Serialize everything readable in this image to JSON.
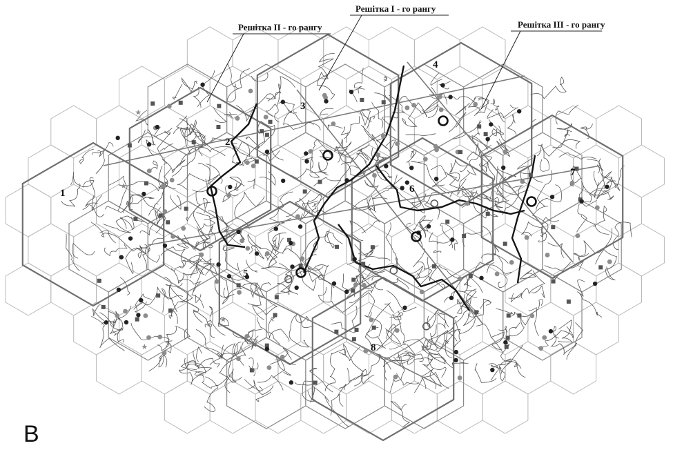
{
  "panel_letter": "B",
  "callouts": {
    "grid_rank_1": "Решітка І - го рангу",
    "grid_rank_2": "Решітка ІІ - го рангу",
    "grid_rank_3": "Решітка ІІІ - го рангу"
  },
  "regions": [
    "1",
    "2",
    "3",
    "4",
    "5",
    "6",
    "7",
    "8"
  ],
  "colors": {
    "hex_small": "#b9b9b9",
    "hex_medium": "#8a8a8a",
    "hex_large": "#707070",
    "roads": "#555555",
    "main_roads": "#151515",
    "markers_dark": "#222222",
    "markers_grey": "#8c8c8c"
  },
  "legend_semantics": {
    "marker_types": [
      "filled-circle-dark",
      "filled-circle-grey",
      "square",
      "star",
      "ring-node"
    ]
  }
}
